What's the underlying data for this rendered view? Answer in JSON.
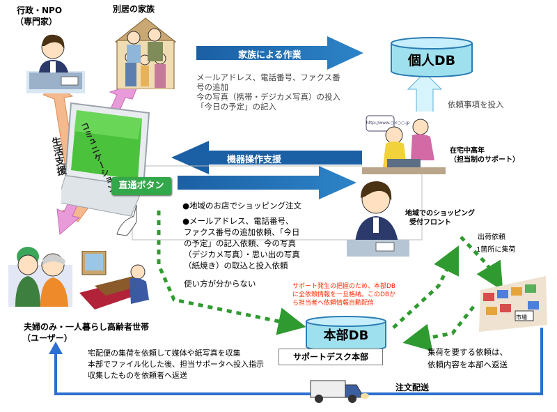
{
  "labels": {
    "gov": "行政・NPO",
    "gov_sub": "（専門家）",
    "family": "別居の家族",
    "life_support": "生活支援",
    "communication": "コミュニケーション",
    "direct_button": "直通ボタン",
    "family_work": "家族による作業",
    "device_support": "機器操作支援",
    "family_tasks": [
      "メールアドレス、電話番号、ファクス番",
      "号の追加",
      "今の写真（携帯・デジカメ写真）の投入",
      "「今日の予定」の記入"
    ],
    "personal_db": "個人DB",
    "request_input": "依頼事項を投入",
    "url_bubble": "http://www.○×○○.jp",
    "home_elderly": "在宅中高年",
    "home_elderly_sub": "（担当制のサポート）",
    "local_shop": "地域でのショッピング",
    "local_shop_sub": "受付フロント",
    "bullet1": "●地域のお店でショッピング注文",
    "bullet2": [
      "●メールアドレス、電話番号、",
      "ファクス番号の追加依頼、「今日",
      "の予定」の記入依頼、今の写真",
      "（デジカメ写真）・思い出の写真",
      "（紙焼き）の取込と投入依頼"
    ],
    "how_to_use": "使い方が分からない",
    "support_note": [
      "サポート発生の把握のため、本部DB",
      "に全依頼情報を一旦格納。このDBか",
      "ら担当者へ依頼情報自動配信"
    ],
    "ship_request": "出荷依頼",
    "one_place": "1箇所に集荷",
    "market_sign": "市場",
    "users": "夫婦のみ・一人暮らし高齢者世帯",
    "users_sub": "（ユーザー）",
    "hq_db": "本部DB",
    "help_desk": "サポートデスク本部",
    "delivery_notes": [
      "宅配便の集荷を依頼して媒体や紙写真を収集",
      "本部でファイル化した後、担当サポータへ投入指示",
      "収集したものを依頼者へ返送"
    ],
    "pickup_req": [
      "集荷を要する依頼は、",
      "依頼内容を本部へ返送"
    ],
    "order_delivery": "注文配送"
  },
  "colors": {
    "blue_arrow": "#1a5fa8",
    "green_dot": "#2f9a2f",
    "db_fill": "#9fe0ef",
    "db_stroke": "#2a7db3",
    "pink": "#e99ad8",
    "orange": "#f4b98d",
    "light_blue": "#c7eefc",
    "red_text": "#ff2a00"
  }
}
